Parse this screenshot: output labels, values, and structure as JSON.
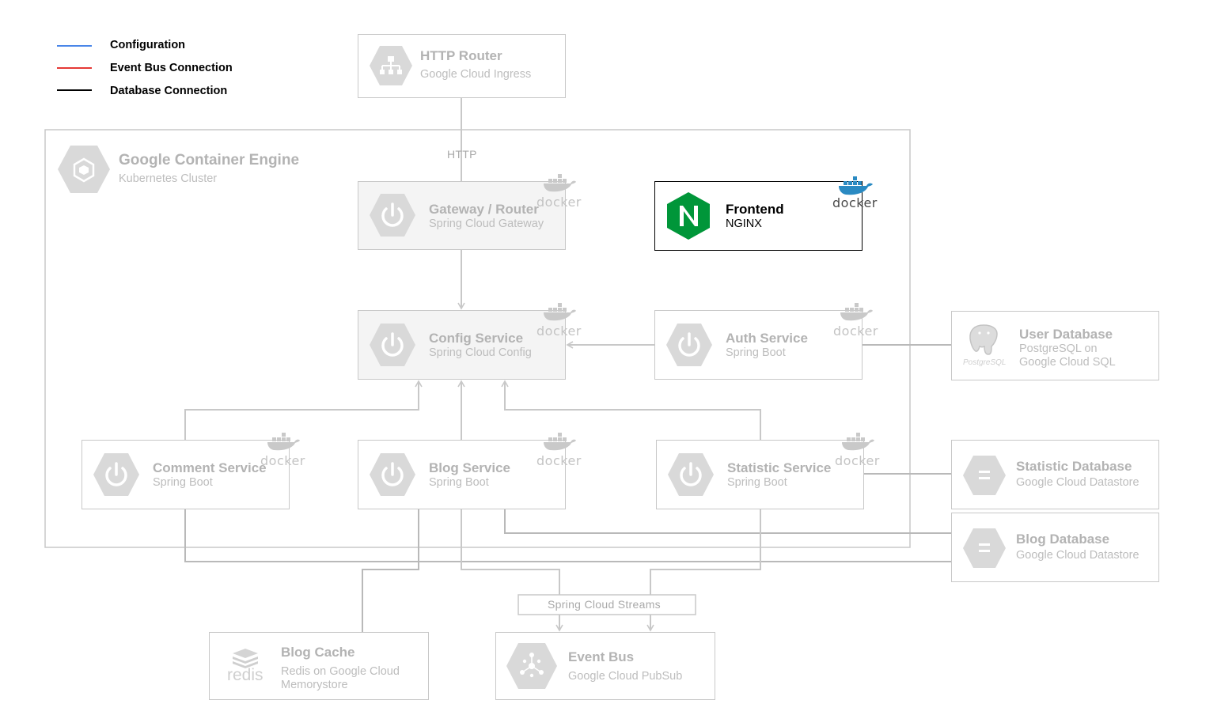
{
  "legend": [
    {
      "label": "Configuration",
      "color": "#4a86e8"
    },
    {
      "label": "Event Bus Connection",
      "color": "#e53935"
    },
    {
      "label": "Database Connection",
      "color": "#000000"
    }
  ],
  "cluster": {
    "title": "Google Container Engine",
    "subtitle": "Kubernetes Cluster",
    "icon": "kubernetes-engine-icon"
  },
  "http_router": {
    "title": "HTTP Router",
    "subtitle": "Google Cloud Ingress",
    "icon": "load-balancer-icon"
  },
  "edges": {
    "http": "HTTP",
    "streams": "Spring Cloud Streams"
  },
  "gateway": {
    "title": "Gateway / Router",
    "subtitle": "Spring Cloud Gateway",
    "icon": "spring-power-icon"
  },
  "frontend": {
    "title": "Frontend",
    "subtitle": "NGINX",
    "icon": "nginx-icon"
  },
  "config": {
    "title": "Config Service",
    "subtitle": "Spring Cloud Config",
    "icon": "spring-power-icon"
  },
  "auth": {
    "title": "Auth Service",
    "subtitle": "Spring Boot",
    "icon": "spring-power-icon"
  },
  "comment": {
    "title": "Comment Service",
    "subtitle": "Spring Boot",
    "icon": "spring-power-icon"
  },
  "blog": {
    "title": "Blog Service",
    "subtitle": "Spring Boot",
    "icon": "spring-power-icon"
  },
  "statistic": {
    "title": "Statistic Service",
    "subtitle": "Spring Boot",
    "icon": "spring-power-icon"
  },
  "user_db": {
    "title": "User Database",
    "subtitle_1": "PostgreSQL on",
    "subtitle_2": "Google Cloud SQL",
    "icon": "postgresql-icon",
    "icon_text": "PostgreSQL"
  },
  "statistic_db": {
    "title": "Statistic Database",
    "subtitle": "Google Cloud Datastore",
    "icon": "datastore-icon"
  },
  "blog_db": {
    "title": "Blog Database",
    "subtitle": "Google Cloud Datastore",
    "icon": "datastore-icon"
  },
  "blog_cache": {
    "title": "Blog Cache",
    "subtitle_1": "Redis on Google Cloud",
    "subtitle_2": "Memorystore",
    "icon": "redis-icon",
    "icon_text": "redis"
  },
  "event_bus": {
    "title": "Event Bus",
    "subtitle": "Google Cloud PubSub",
    "icon": "pubsub-icon"
  },
  "docker_label": "docker",
  "colors": {
    "line": "#c8c8c8",
    "line_dark": "#b9b9b9",
    "icon_hex": "#d9d9d9",
    "nginx": "#009639"
  }
}
